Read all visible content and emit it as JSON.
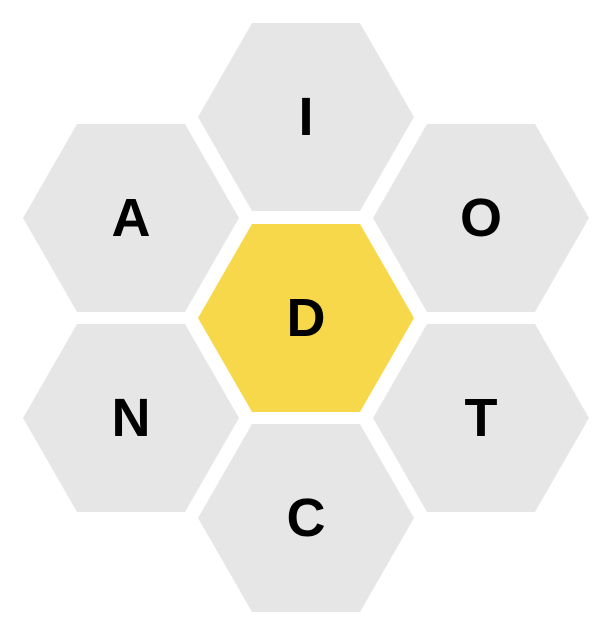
{
  "colors": {
    "outer_cell": "#e6e6e6",
    "center_cell": "#f7d84a",
    "letter": "#000000",
    "background": "#ffffff"
  },
  "hive": {
    "center": {
      "letter": "D"
    },
    "outer": [
      {
        "id": "top",
        "letter": "I"
      },
      {
        "id": "upper-left",
        "letter": "A"
      },
      {
        "id": "upper-right",
        "letter": "O"
      },
      {
        "id": "lower-left",
        "letter": "N"
      },
      {
        "id": "lower-right",
        "letter": "T"
      },
      {
        "id": "bottom",
        "letter": "C"
      }
    ]
  }
}
